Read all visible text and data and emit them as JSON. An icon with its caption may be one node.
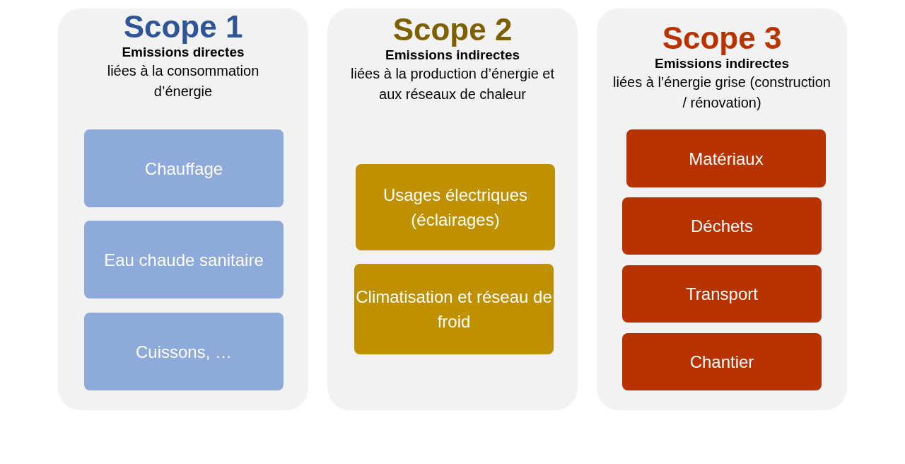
{
  "diagram": {
    "nodes": [
      {
        "text": [
          "Scope 1",
          "Emissions directes",
          "liées à la consommation d’énergie"
        ]
      },
      {
        "text": [
          "Scope 2",
          "Emissions indirectes",
          "liées à la production d’énergie et aux réseaux de chaleur"
        ]
      },
      {
        "text": [
          "Scope 3",
          "Emissions indirectes",
          "liées à l’énergie grise (construction / rénovation)"
        ]
      },
      {
        "text": [
          "Chauffage"
        ],
        "in": 0
      },
      {
        "text": [
          "Eau chaude sanitaire"
        ],
        "in": 0
      },
      {
        "text": [
          "Cuissons, …"
        ],
        "in": 0
      },
      {
        "text": [
          "Usages électriques (éclairages)"
        ],
        "in": 1
      },
      {
        "text": [
          "Climatisation et réseau de froid"
        ],
        "in": 1
      },
      {
        "text": [
          "Matériaux"
        ],
        "in": 2
      },
      {
        "text": [
          "Déchets"
        ],
        "in": 2
      },
      {
        "text": [
          "Transport"
        ],
        "in": 2
      },
      {
        "text": [
          "Chantier"
        ],
        "in": 2
      }
    ]
  }
}
